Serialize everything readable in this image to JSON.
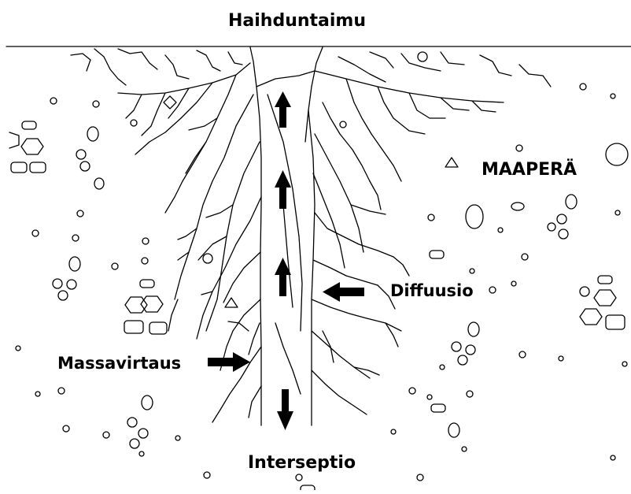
{
  "labels": {
    "top": "Haihduntaimu",
    "soil": "MAAPERÄ",
    "diffusion": "Diffuusio",
    "mass_flow": "Massavirtaus",
    "bottom": "Interseptio"
  },
  "colors": {
    "ink": "#000000",
    "background": "#ffffff"
  }
}
